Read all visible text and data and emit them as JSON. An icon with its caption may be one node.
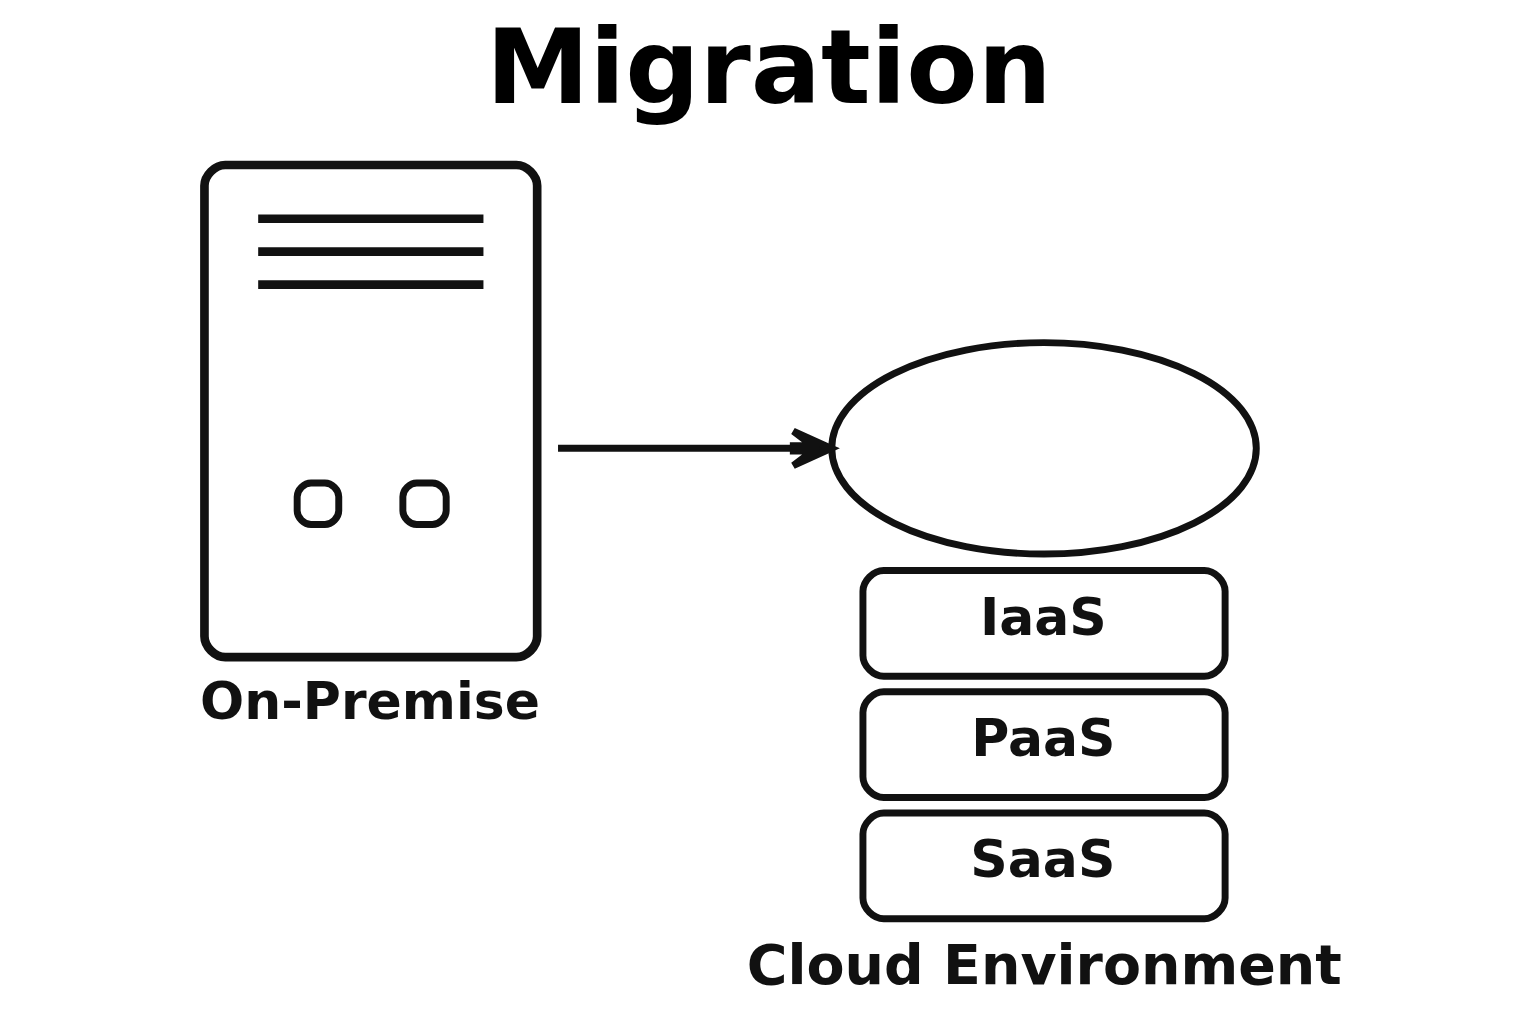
{
  "diagram": {
    "title": "Migration",
    "nodes": [
      {
        "text": [
          "On-Premise"
        ]
      },
      {
        "text": [],
        "shape": "cloud"
      },
      {
        "text": [
          "IaaS"
        ]
      },
      {
        "text": [
          "PaaS"
        ]
      },
      {
        "text": [
          "SaaS"
        ]
      }
    ],
    "edges": [
      {
        "from": 0,
        "to": 1,
        "arrow": "to"
      }
    ],
    "labels": [
      "Cloud Environment"
    ]
  }
}
